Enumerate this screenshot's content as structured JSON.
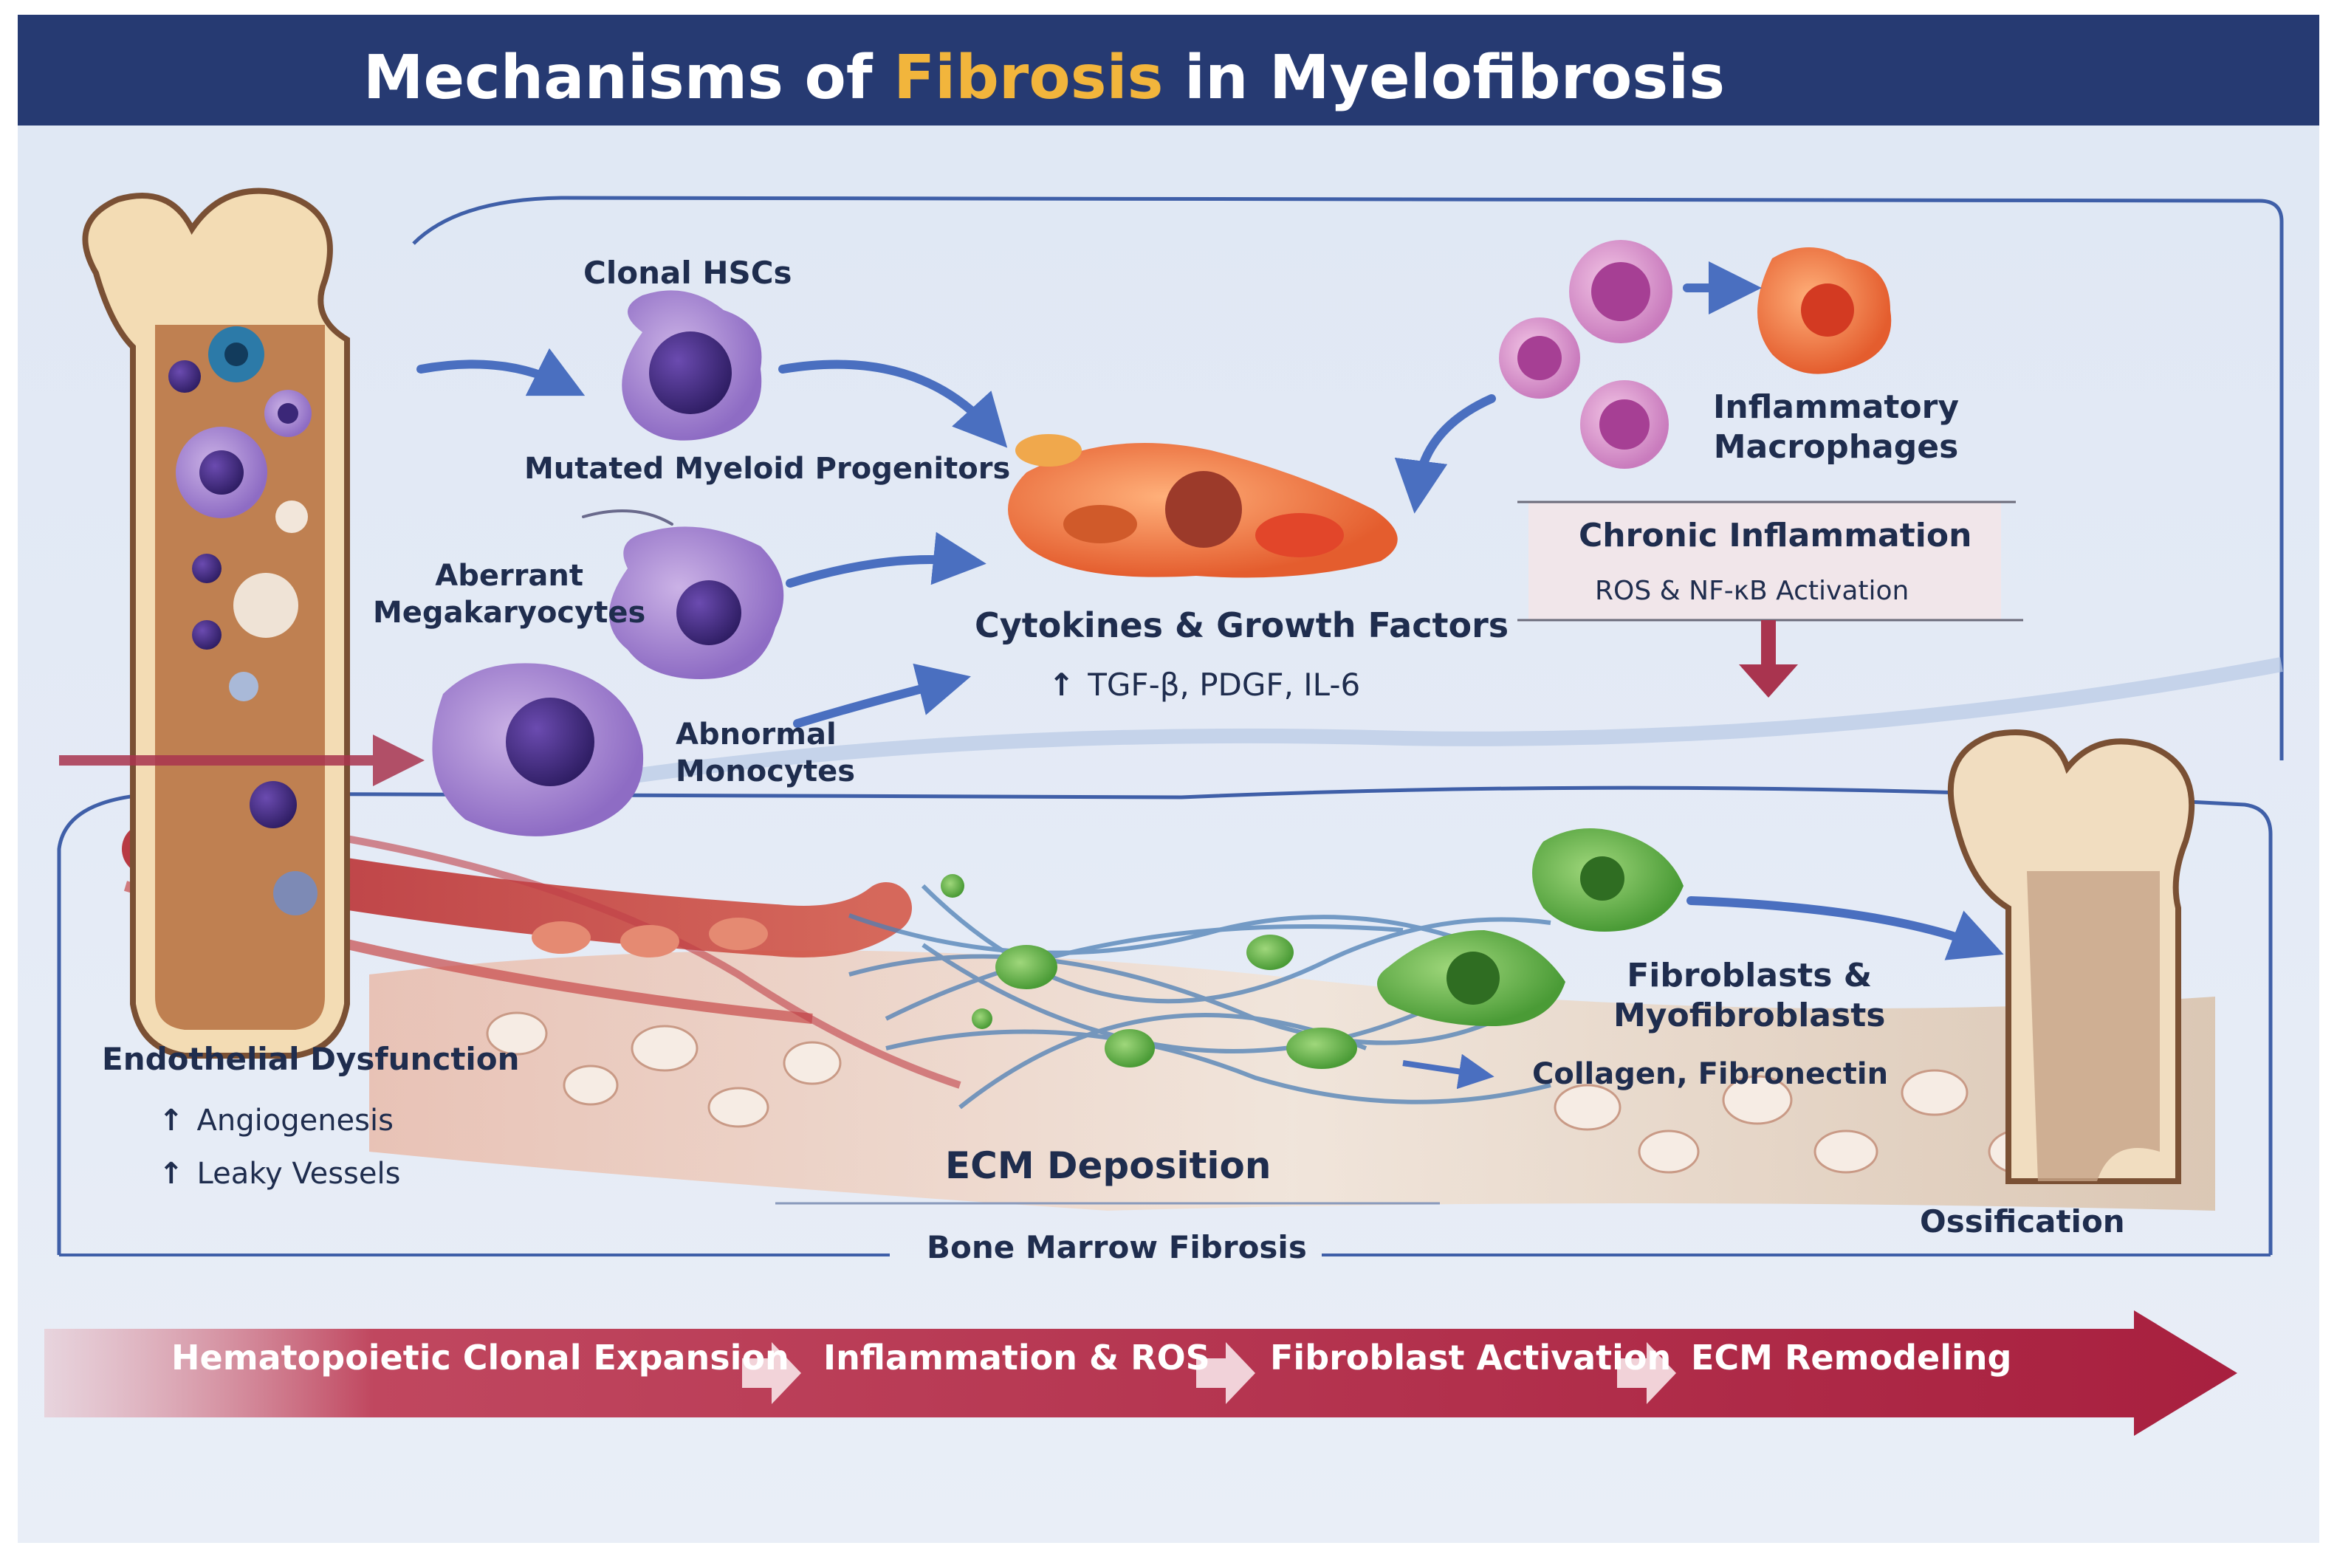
{
  "title": {
    "prefix": "Mechanisms of ",
    "highlight": "Fibrosis",
    "suffix": " in Myelofibrosis"
  },
  "colors": {
    "title_bar": "#263a72",
    "title_text": "#ffffff",
    "highlight": "#f2b53c",
    "label": "#1f2d4e",
    "progression_arrow": "#b02a48",
    "panel_border": "#3f5fa8"
  },
  "cells": {
    "clonal_hscs": "Clonal HSCs",
    "mutated_progenitors": "Mutated Myeloid Progenitors",
    "aberrant_megakaryocytes": [
      "Aberrant",
      "Megakaryocytes"
    ],
    "abnormal_monocytes": [
      "Abnormal",
      "Monocytes"
    ],
    "inflammatory_macrophages": [
      "Inflammatory",
      "Macrophages"
    ]
  },
  "cytokines": {
    "title": "Cytokines & Growth Factors",
    "list": "TGF-β,  PDGF,  IL-6"
  },
  "inflammation": {
    "title": "Chronic Inflammation",
    "detail": "ROS & NF-κB Activation"
  },
  "endothelial": {
    "title": "Endothelial Dysfunction",
    "items": [
      "Angiogenesis",
      "Leaky Vessels"
    ]
  },
  "fibroblasts": {
    "title": [
      "Fibroblasts &",
      "Myofibroblasts"
    ],
    "products": "Collagen, Fibronectin"
  },
  "ecm": "ECM Deposition",
  "bone_marrow_fibrosis": "Bone Marrow Fibrosis",
  "ossification": "Ossification",
  "icons": {
    "increase": "up-arrow-icon",
    "step_separator": "chevron-arrow-icon"
  },
  "progression": [
    "Hematopoietic Clonal Expansion",
    "Inflammation & ROS",
    "Fibroblast Activation",
    "ECM Remodeling"
  ]
}
